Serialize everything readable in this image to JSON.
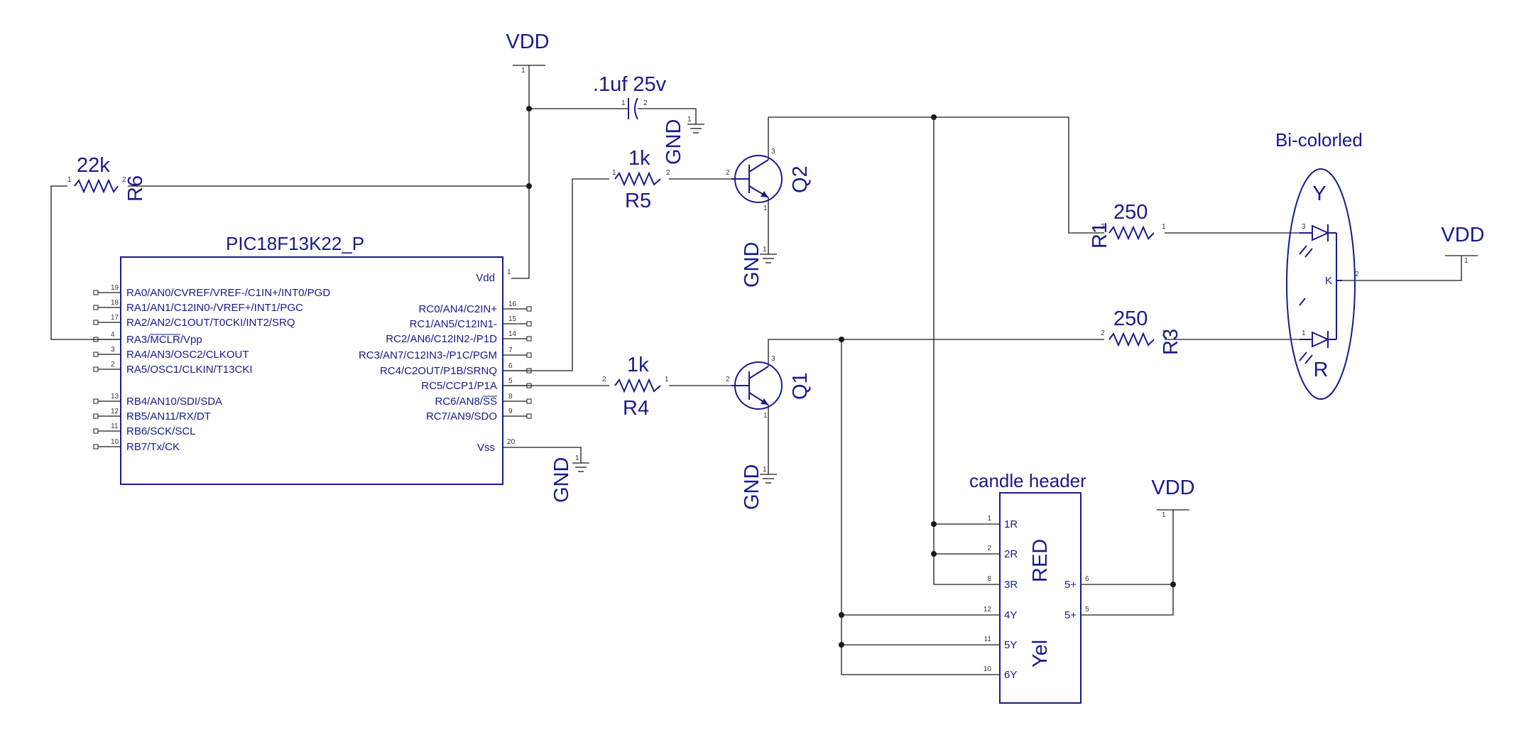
{
  "colors": {
    "symbol": "#1a1a8c",
    "wire": "#1a1a1a",
    "background": "#ffffff"
  },
  "power": {
    "vdd_top": "VDD",
    "vdd_right": "VDD",
    "vdd_header": "VDD",
    "gnd_cap": "GND",
    "gnd_q2": "GND",
    "gnd_q1": "GND",
    "gnd_vss": "GND"
  },
  "capacitor": {
    "value": ".1uf 25v",
    "pin1": "1",
    "pin2": "2"
  },
  "resistors": {
    "r6": {
      "ref": "R6",
      "value": "22k",
      "pin1": "1",
      "pin2": "2"
    },
    "r5": {
      "ref": "R5",
      "value": "1k",
      "pin1": "1",
      "pin2": "2"
    },
    "r4": {
      "ref": "R4",
      "value": "1k",
      "pin1": "1",
      "pin2": "2"
    },
    "r1": {
      "ref": "R1",
      "value": "250",
      "pin1": "1",
      "pin2": "2"
    },
    "r3": {
      "ref": "R3",
      "value": "250",
      "pin1": "1",
      "pin2": "2"
    }
  },
  "transistors": {
    "q2": {
      "ref": "Q2",
      "pin_b": "2",
      "pin_c": "3",
      "pin_e": "1"
    },
    "q1": {
      "ref": "Q1",
      "pin_b": "2",
      "pin_c": "3",
      "pin_e": "1"
    }
  },
  "mcu": {
    "name": "PIC18F13K22_P",
    "vdd": {
      "label": "Vdd",
      "num": "1"
    },
    "vss": {
      "label": "Vss",
      "num": "20"
    },
    "left_pins": [
      {
        "label": "RA0/AN0/CVREF/VREF-/C1IN+/INT0/PGD",
        "num": "19"
      },
      {
        "label": "RA1/AN1/C12IN0-/VREF+/INT1/PGC",
        "num": "18"
      },
      {
        "label": "RA2/AN2/C1OUT/T0CKI/INT2/SRQ",
        "num": "17"
      },
      {
        "label": "RA3/MCLR/Vpp",
        "num": "4"
      },
      {
        "label": "RA4/AN3/OSC2/CLKOUT",
        "num": "3"
      },
      {
        "label": "RA5/OSC1/CLKIN/T13CKI",
        "num": "2"
      },
      {
        "label": "RB4/AN10/SDI/SDA",
        "num": "13"
      },
      {
        "label": "RB5/AN11/RX/DT",
        "num": "12"
      },
      {
        "label": "RB6/SCK/SCL",
        "num": "11"
      },
      {
        "label": "RB7/Tx/CK",
        "num": "10"
      }
    ],
    "right_pins": [
      {
        "label": "RC0/AN4/C2IN+",
        "num": "16"
      },
      {
        "label": "RC1/AN5/C12IN1-",
        "num": "15"
      },
      {
        "label": "RC2/AN6/C12IN2-/P1D",
        "num": "14"
      },
      {
        "label": "RC3/AN7/C12IN3-/P1C/PGM",
        "num": "7"
      },
      {
        "label": "RC4/C2OUT/P1B/SRNQ",
        "num": "6"
      },
      {
        "label": "RC5/CCP1/P1A",
        "num": "5"
      },
      {
        "label": "RC6/AN8/SS",
        "num": "8"
      },
      {
        "label": "RC7/AN9/SDO",
        "num": "9"
      }
    ]
  },
  "led": {
    "title": "Bi-colorled",
    "yellow": "Y",
    "red": "R",
    "cathode": "K",
    "pin_y": "3",
    "pin_r": "1",
    "pin_k": "2"
  },
  "header": {
    "title": "candle header",
    "group_red": "RED",
    "group_yel": "Yel",
    "left_pins": [
      {
        "label": "1R",
        "num": "1"
      },
      {
        "label": "2R",
        "num": "2"
      },
      {
        "label": "3R",
        "num": "8"
      },
      {
        "label": "4Y",
        "num": "12"
      },
      {
        "label": "5Y",
        "num": "11"
      },
      {
        "label": "6Y",
        "num": "10"
      }
    ],
    "right_pins": [
      {
        "label": "5+",
        "num": "6"
      },
      {
        "label": "5+",
        "num": "5"
      }
    ]
  }
}
